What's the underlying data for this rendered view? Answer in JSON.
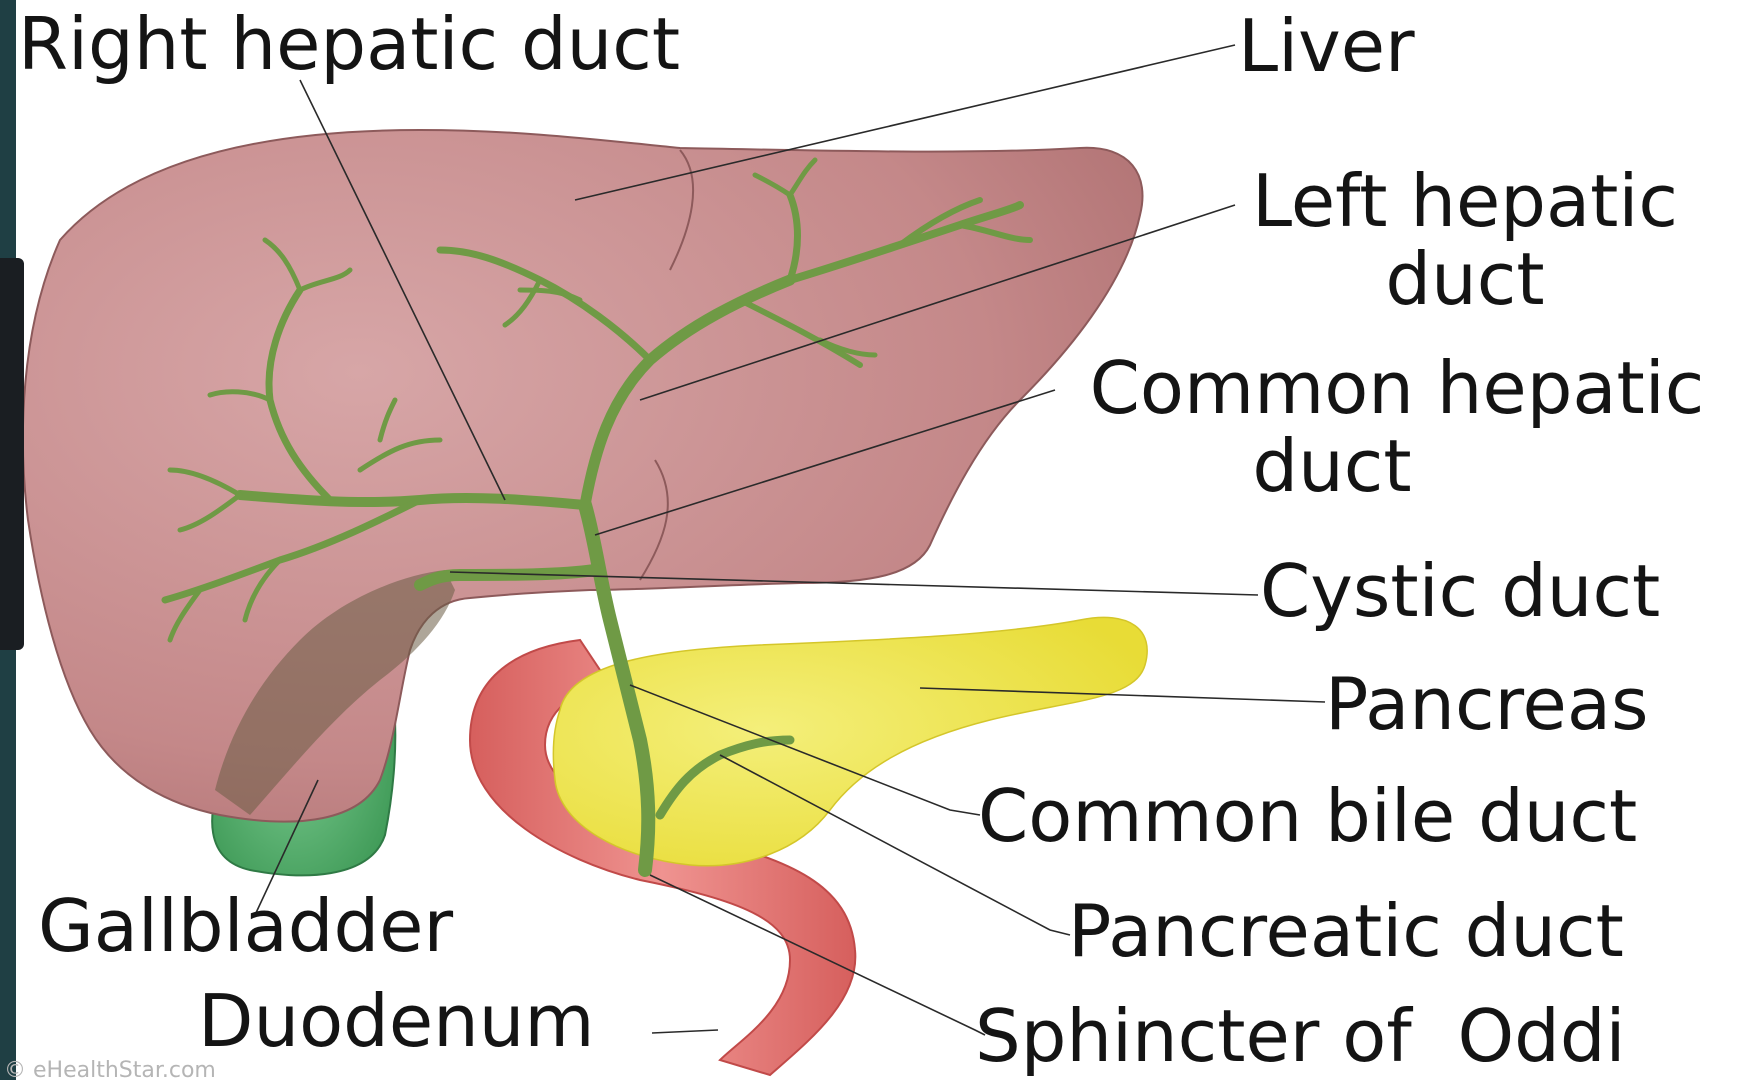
{
  "labels": {
    "right_hepatic_duct": "Right hepatic duct",
    "liver": "Liver",
    "left_hepatic_duct_line1": "Left hepatic",
    "left_hepatic_duct_line2": "duct",
    "common_hepatic_duct_line1": "Common hepatic",
    "common_hepatic_duct_line2": "duct",
    "cystic_duct": "Cystic duct",
    "pancreas": "Pancreas",
    "common_bile_duct": "Common bile duct",
    "pancreatic_duct": "Pancreatic duct",
    "sphincter_of_oddi": "Sphincter of  Oddi",
    "gallbladder": "Gallbladder",
    "duodenum": "Duodenum"
  },
  "credit": "© eHealthStar.com",
  "colors": {
    "liver": "#c4898a",
    "bile_ducts": "#6f9a45",
    "gallbladder": "#4fa866",
    "pancreas": "#f0e44a",
    "duodenum": "#e57b78",
    "leader_lines": "#2a2a2a",
    "frame": "#1f3f44"
  }
}
